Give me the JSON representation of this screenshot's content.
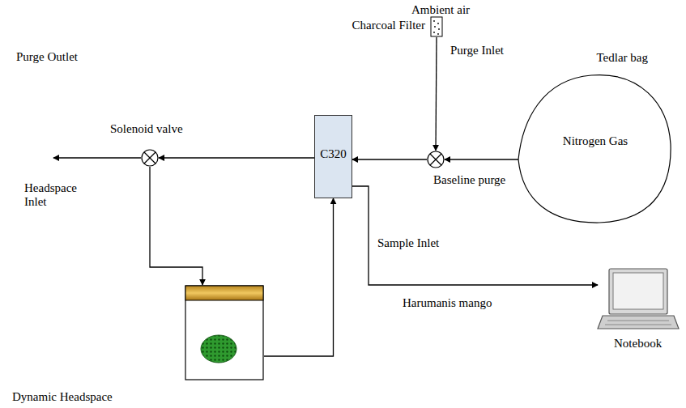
{
  "diagram": {
    "nodes": [
      {
        "text": [
          "Charcoal Filter"
        ]
      },
      {
        "text": [
          "Baseline purge"
        ]
      },
      {
        "text": [
          "Tedlar bag",
          "Nitrogen Gas"
        ]
      },
      {
        "text": [
          "C320"
        ]
      },
      {
        "text": [
          "Solenoid valve"
        ]
      },
      {
        "text": [
          "Dynamic Headspace"
        ]
      },
      {
        "text": [
          "Notebook"
        ]
      }
    ],
    "edges": [
      {
        "from": 0,
        "to": 1,
        "arrow": "to"
      },
      {
        "from": 2,
        "to": 1,
        "arrow": "to"
      },
      {
        "from": 1,
        "to": 3,
        "arrow": "to"
      },
      {
        "from": 3,
        "to": 4,
        "arrow": "to"
      },
      {
        "from": 4,
        "to": 5,
        "arrow": "to"
      },
      {
        "from": 5,
        "to": 3,
        "arrow": "to"
      },
      {
        "from": 3,
        "to": 6,
        "arrow": "to"
      }
    ],
    "labels": [
      "Ambient air",
      "Purge Inlet",
      "Purge Outlet",
      "Headspace Inlet",
      "Sample Inlet",
      "Harumanis mango"
    ]
  }
}
